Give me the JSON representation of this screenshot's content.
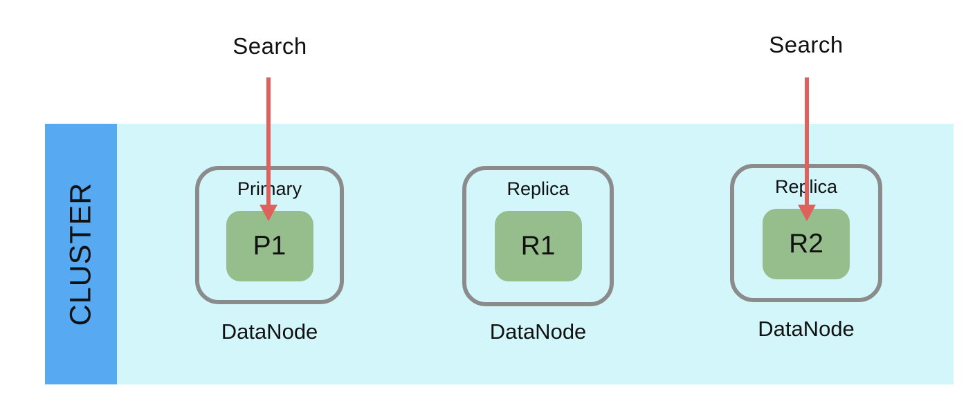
{
  "cluster": {
    "label": "CLUSTER"
  },
  "search_labels": [
    "Search",
    "Search"
  ],
  "nodes": [
    {
      "role": "Primary",
      "shard": "P1",
      "caption": "DataNode"
    },
    {
      "role": "Replica",
      "shard": "R1",
      "caption": "DataNode"
    },
    {
      "role": "Replica",
      "shard": "R2",
      "caption": "DataNode"
    }
  ],
  "colors": {
    "band": "#d3f6fb",
    "strip": "#57a9f2",
    "shard": "#96bd8c",
    "border": "#8b8b8b",
    "arrow": "#e0615c",
    "text": "#111111"
  }
}
